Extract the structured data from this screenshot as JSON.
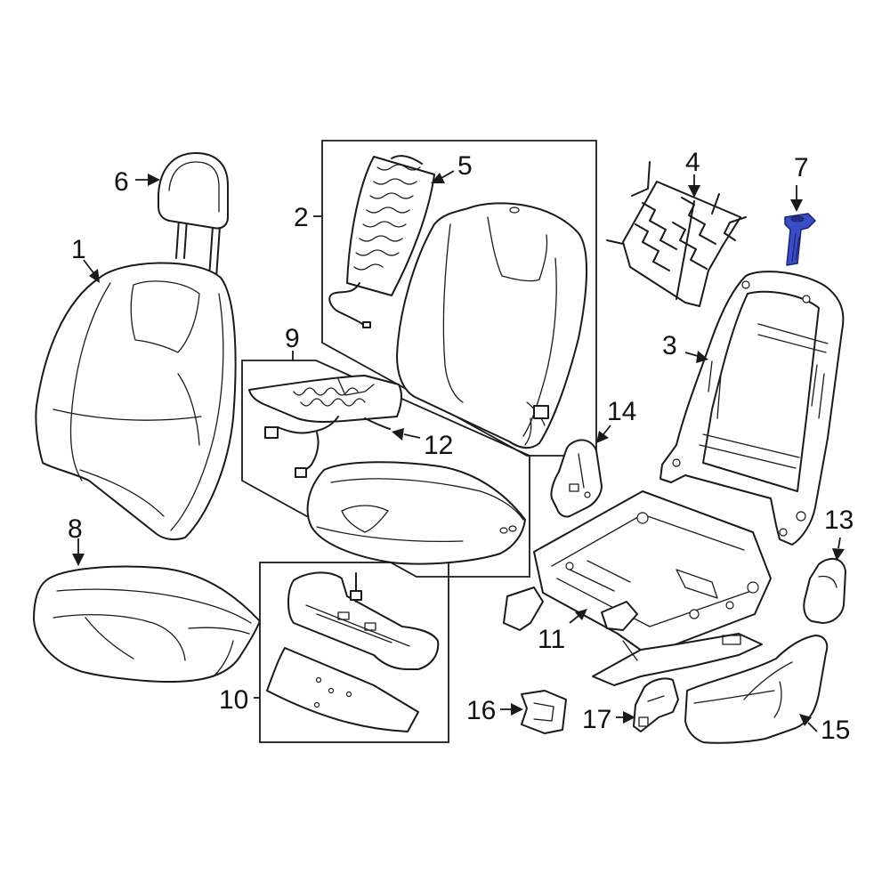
{
  "accent_color": "#3b4ec8",
  "callouts": [
    {
      "id": "1",
      "label": "1"
    },
    {
      "id": "2",
      "label": "2"
    },
    {
      "id": "3",
      "label": "3"
    },
    {
      "id": "4",
      "label": "4"
    },
    {
      "id": "5",
      "label": "5"
    },
    {
      "id": "6",
      "label": "6"
    },
    {
      "id": "7",
      "label": "7"
    },
    {
      "id": "8",
      "label": "8"
    },
    {
      "id": "9",
      "label": "9"
    },
    {
      "id": "10",
      "label": "10"
    },
    {
      "id": "11",
      "label": "11"
    },
    {
      "id": "12",
      "label": "12"
    },
    {
      "id": "13",
      "label": "13"
    },
    {
      "id": "14",
      "label": "14"
    },
    {
      "id": "15",
      "label": "15"
    },
    {
      "id": "16",
      "label": "16"
    },
    {
      "id": "17",
      "label": "17"
    }
  ],
  "highlighted_part": "7"
}
